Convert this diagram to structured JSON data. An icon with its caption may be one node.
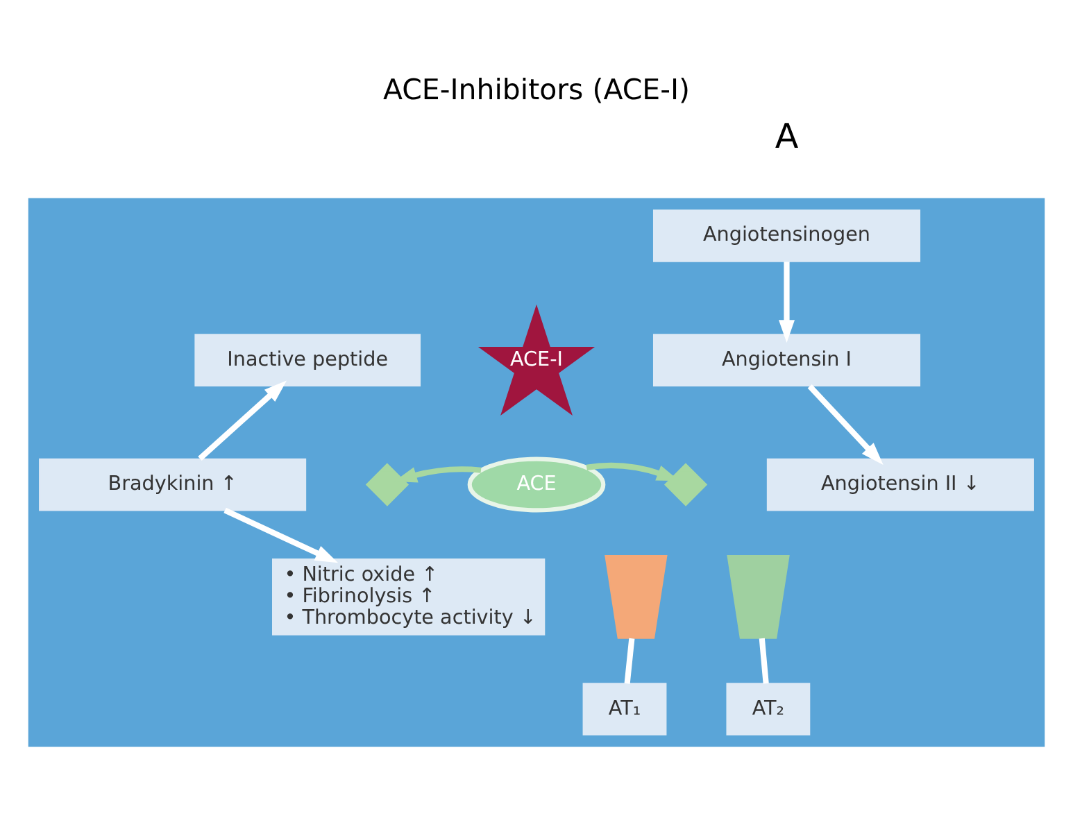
{
  "diagram": {
    "title": "ACE-Inhibitors (ACE-I)",
    "nodes": [
      {
        "text": [],
        "shape": "box"
      },
      {
        "text": [
          "Angiotensinogen"
        ],
        "in": 0
      },
      {
        "text": [
          "Inactive peptide"
        ],
        "in": 0
      },
      {
        "text": [
          "Angiotensin I"
        ],
        "in": 0
      },
      {
        "text": [
          "ACE-I"
        ],
        "in": 0
      },
      {
        "text": [
          "ACE"
        ],
        "in": 0
      },
      {
        "text": [],
        "shape": "cross",
        "in": 0
      },
      {
        "text": [],
        "shape": "cross",
        "in": 0
      },
      {
        "text": [
          "Bradykinin ↑"
        ],
        "in": 0
      },
      {
        "text": [
          "Angiotensin II ↓"
        ],
        "in": 0
      },
      {
        "text": [
          "• Nitric oxide ↑",
          "• Fibrinolysis ↑",
          "• Thrombocyte activity ↓"
        ],
        "in": 0
      },
      {
        "text": [],
        "shape": "receptor",
        "in": 0
      },
      {
        "text": [],
        "shape": "receptor",
        "in": 0
      },
      {
        "text": [
          "AT₁"
        ],
        "in": 0
      },
      {
        "text": [
          "AT₂"
        ],
        "in": 0
      }
    ],
    "edges": [
      {
        "from": 1,
        "to": 3,
        "arrow": "to"
      },
      {
        "from": 3,
        "to": 9,
        "arrow": "to"
      },
      {
        "from": 8,
        "to": 2,
        "arrow": "to"
      },
      {
        "from": 8,
        "to": 10,
        "arrow": "to"
      },
      {
        "from": 5,
        "to": 6,
        "arrow": "to",
        "color": "#a8d8a0"
      },
      {
        "from": 5,
        "to": 7,
        "arrow": "to",
        "color": "#a8d8a0"
      },
      {
        "from": 11,
        "to": 13,
        "arrow": "none"
      },
      {
        "from": 12,
        "to": 14,
        "arrow": "none"
      }
    ],
    "labels": [
      "A"
    ]
  }
}
